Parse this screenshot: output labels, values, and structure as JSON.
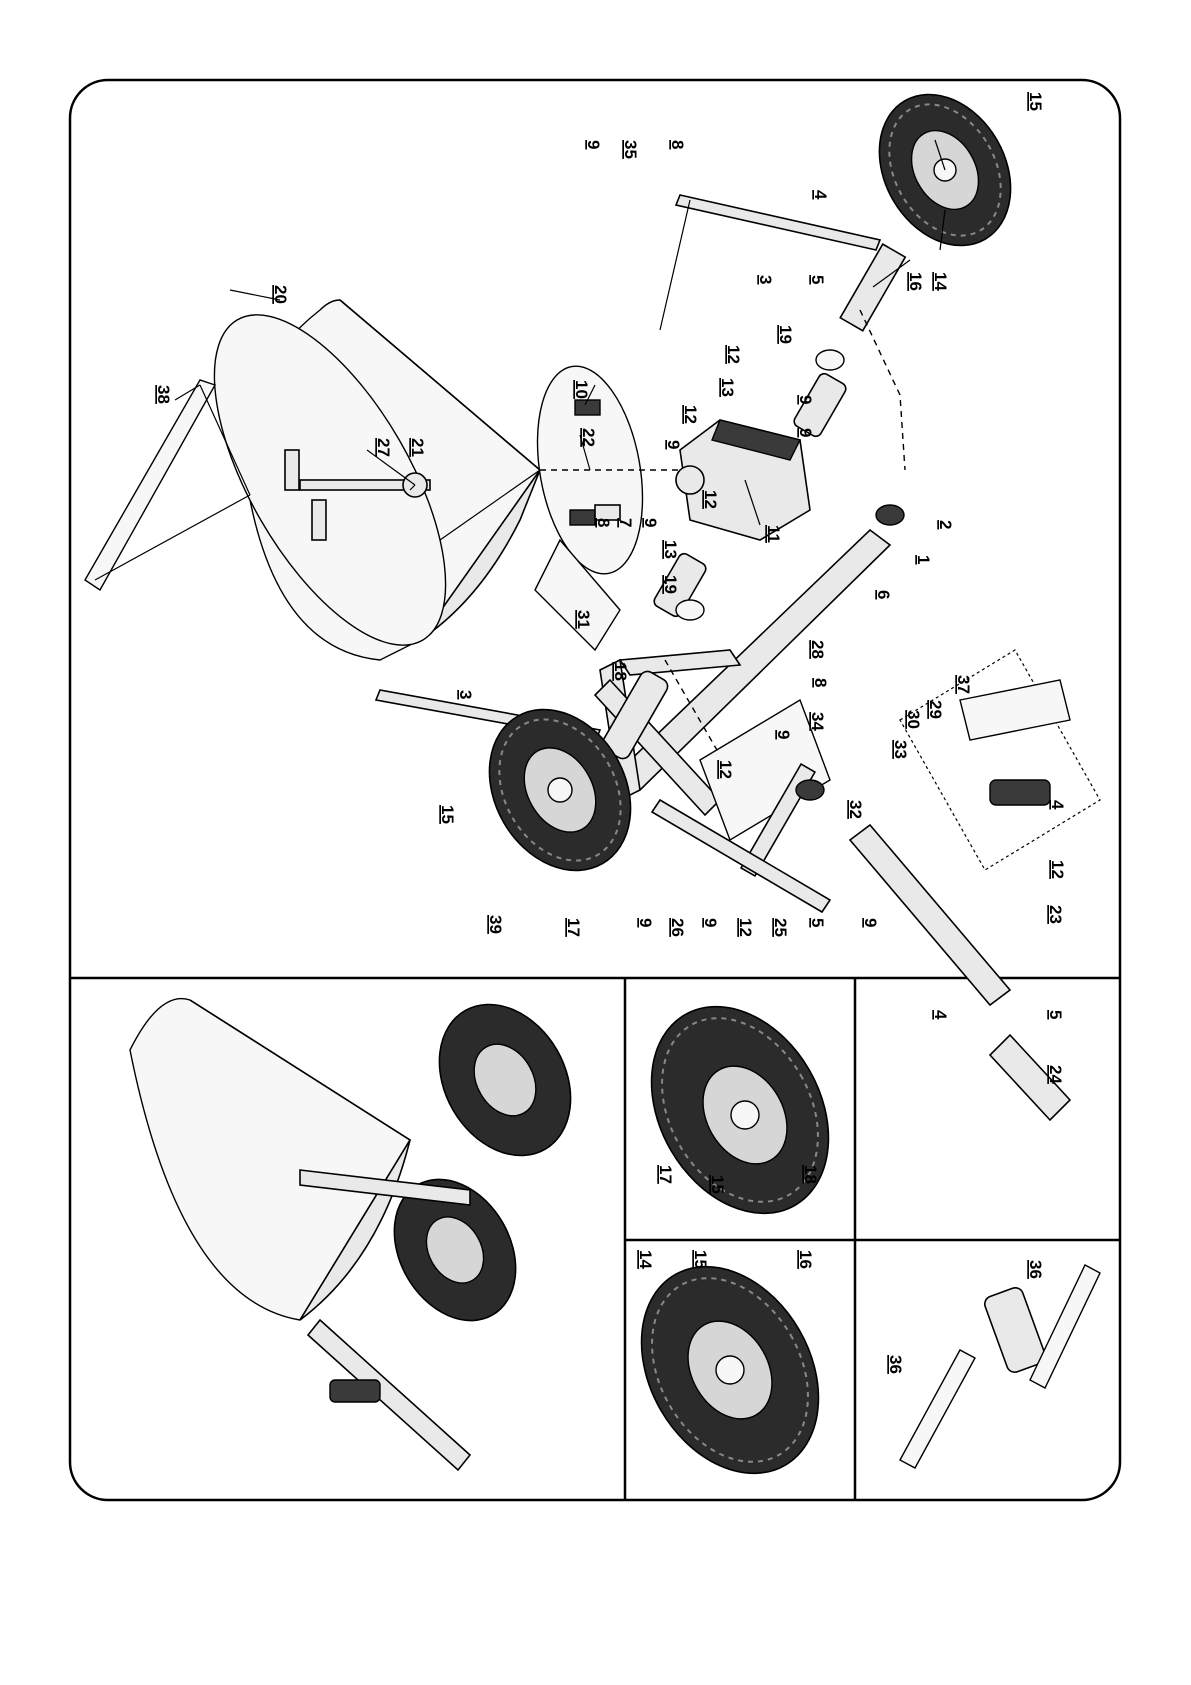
{
  "callouts": {
    "c1": "1",
    "c2": "2",
    "c3a": "3",
    "c3b": "3",
    "c4a": "4",
    "c4b": "4",
    "c4c": "4",
    "c5a": "5",
    "c5b": "5",
    "c5c": "5",
    "c6": "6",
    "c7": "7",
    "c8a": "8",
    "c8b": "8",
    "c8c": "8",
    "c9a": "9",
    "c9b": "9",
    "c9c": "9",
    "c9d": "9",
    "c9e": "9",
    "c9f": "9",
    "c9g": "9",
    "c9h": "9",
    "c9i": "9",
    "c10": "10",
    "c11": "11",
    "c12a": "12",
    "c12b": "12",
    "c12c": "12",
    "c12d": "12",
    "c12e": "12",
    "c12f": "12",
    "c13a": "13",
    "c13b": "13",
    "c14a": "14",
    "c14b": "14",
    "c15a": "15",
    "c15b": "15",
    "c15c": "15",
    "c15d": "15",
    "c16a": "16",
    "c16b": "16",
    "c17a": "17",
    "c17b": "17",
    "c18a": "18",
    "c18b": "18",
    "c19a": "19",
    "c19b": "19",
    "c20": "20",
    "c21": "21",
    "c22": "22",
    "c23": "23",
    "c24": "24",
    "c25": "25",
    "c26": "26",
    "c27": "27",
    "c28": "28",
    "c29": "29",
    "c30": "30",
    "c31": "31",
    "c32": "32",
    "c33": "33",
    "c34": "34",
    "c35": "35",
    "c36a": "36",
    "c36b": "36",
    "c37": "37",
    "c38": "38",
    "c39": "39"
  }
}
